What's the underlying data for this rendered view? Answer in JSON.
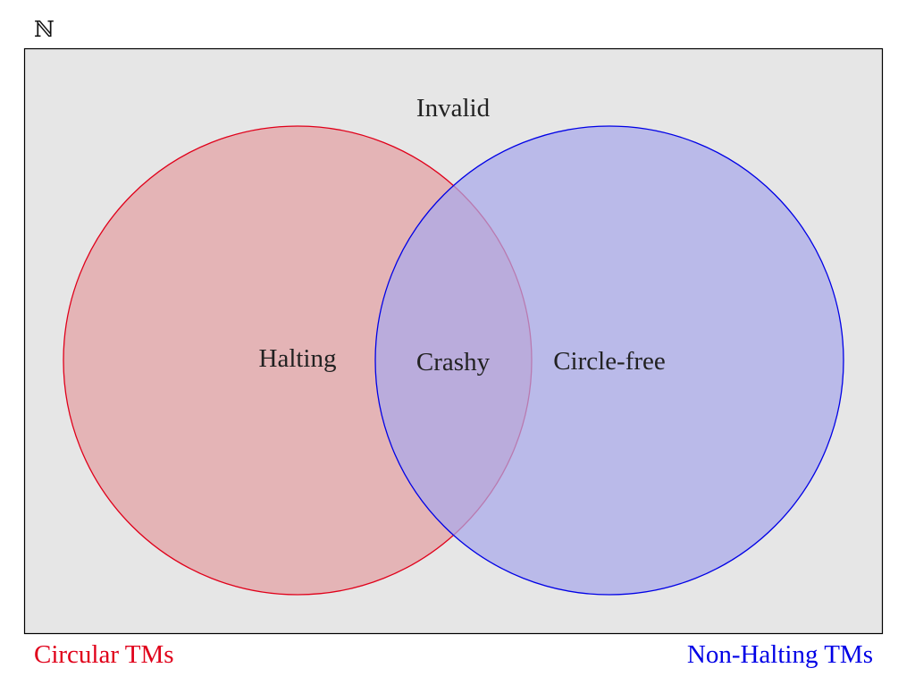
{
  "universe": {
    "symbol": "ℕ",
    "region_label": "Invalid"
  },
  "sets": {
    "left": {
      "region_label": "Halting",
      "caption": "Circular TMs",
      "stroke_color": "#e0001a",
      "fill_color": "#e3a1a3"
    },
    "right": {
      "region_label": "Circle-free",
      "caption": "Non-Halting TMs",
      "stroke_color": "#0000e6",
      "fill_color": "#a9a9ea"
    },
    "intersection": {
      "region_label": "Crashy"
    }
  },
  "colors": {
    "background": "#e6e6e6",
    "border": "#000000",
    "text": "#222222"
  }
}
